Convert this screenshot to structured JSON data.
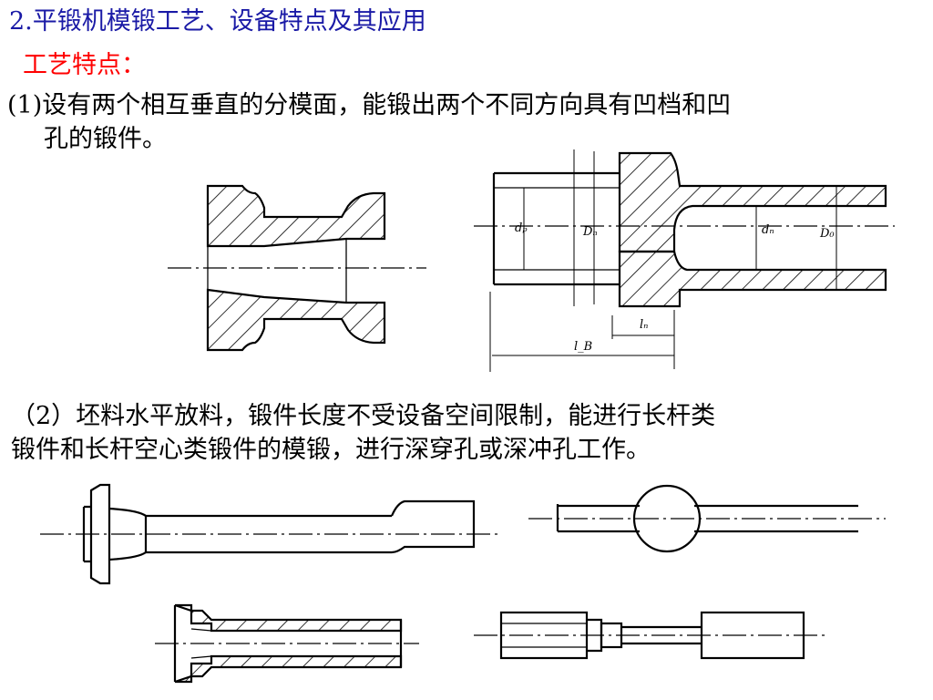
{
  "title": "2.平锻机模锻工艺、设备特点及其应用",
  "subtitle": "工艺特点：",
  "point1": {
    "line1": "(1)设有两个相互垂直的分模面，能锻出两个不同方向具有凹档和凹",
    "line2": "孔的锻件。"
  },
  "point2": {
    "line1": "（2）坯料水平放料，锻件长度不受设备空间限制，能进行长杆类",
    "line2": "锻件和长杆空心类锻件的模锻，进行深穿孔或深冲孔工作。"
  },
  "figure_labels": {
    "dp": "dₚ",
    "Dn": "Dₙ",
    "dn": "dₙ",
    "D0": "D₀",
    "ln": "lₙ",
    "lB": "l_B"
  },
  "colors": {
    "title": "#1a1aa6",
    "subtitle": "#ff0000",
    "body_text": "#000000"
  }
}
